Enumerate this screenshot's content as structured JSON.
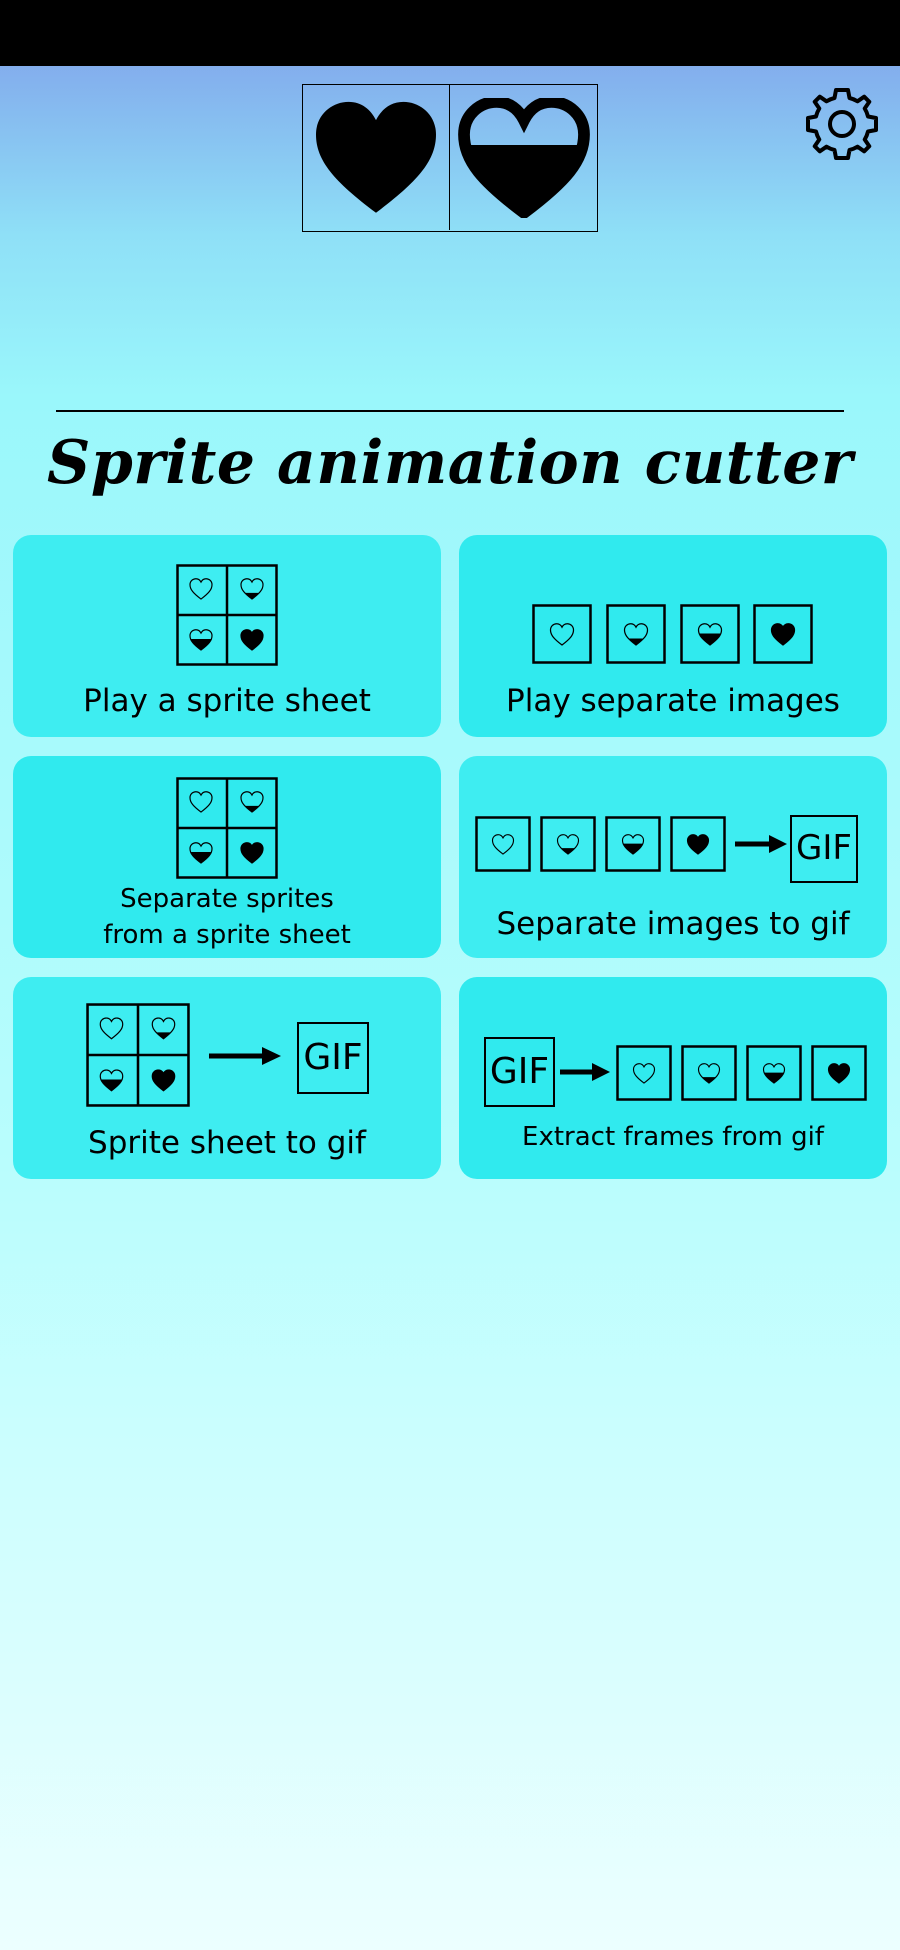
{
  "app": {
    "title": "Sprite animation cutter",
    "settings_icon": "gear-icon",
    "logo_icons": [
      "heart-filled-icon",
      "heart-half-icon"
    ]
  },
  "menu": [
    {
      "id": "play-sprite-sheet",
      "label": "Play a sprite sheet"
    },
    {
      "id": "play-separate-images",
      "label": "Play separate images"
    },
    {
      "id": "separate-sprites",
      "label_line1": "Separate sprites",
      "label_line2": "from a sprite sheet"
    },
    {
      "id": "separate-images-to-gif",
      "label": "Separate images to gif"
    },
    {
      "id": "sprite-sheet-to-gif",
      "label": "Sprite sheet to gif"
    },
    {
      "id": "extract-frames",
      "label": "Extract frames from gif"
    }
  ],
  "gif_label": "GIF",
  "colors": {
    "card": "#3eedf1",
    "card_alt": "#30eaee",
    "status_bar": "#000000"
  }
}
